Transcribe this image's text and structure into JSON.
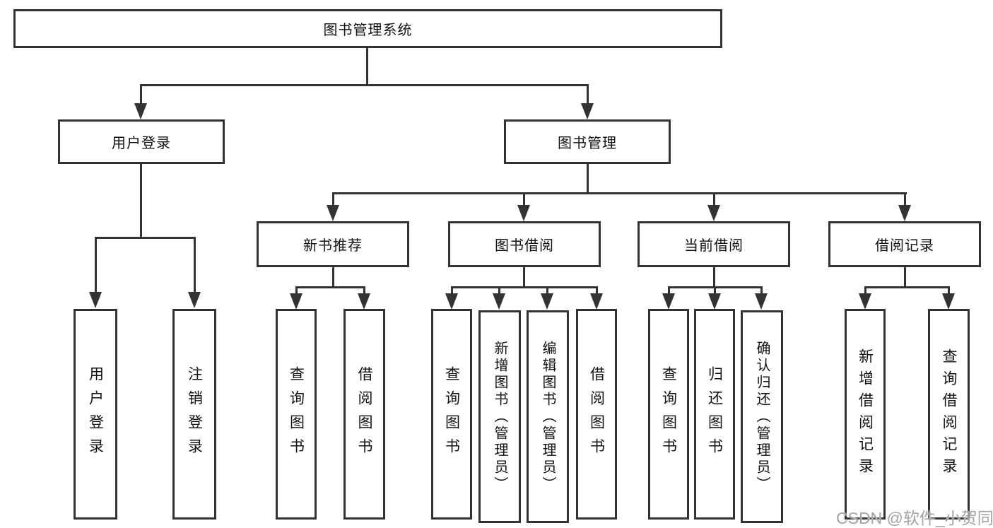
{
  "diagram_title": "图书管理系统",
  "colors": {
    "line": "#333333",
    "box_border": "#333333",
    "text": "#111111",
    "watermark": "#a3a3a3",
    "background": "#ffffff"
  },
  "nodes": {
    "root": "图书管理系统",
    "user_login": "用户登录",
    "book_mgmt": "图书管理",
    "new_book_rec": "新书推荐",
    "book_borrow": "图书借阅",
    "current_borrow": "当前借阅",
    "borrow_records": "借阅记录",
    "leaf_user_login": "用户登录",
    "leaf_logout": "注销登录",
    "leaf_query_books_rec": "查询图书",
    "leaf_borrow_books_rec": "借阅图书",
    "leaf_query_books_borrow": "查询图书",
    "leaf_add_books_admin": "新增图书（管理员）",
    "leaf_edit_books_admin": "编辑图书（管理员）",
    "leaf_borrow_books_borrow": "借阅图书",
    "leaf_query_books_current": "查询图书",
    "leaf_return_books": "归还图书",
    "leaf_confirm_return_admin": "确认归还（管理员）",
    "leaf_add_borrow_record": "新增借阅记录",
    "leaf_query_borrow_record": "查询借阅记录"
  },
  "hierarchy": {
    "root": "图书管理系统",
    "children": [
      {
        "label": "用户登录",
        "children": [
          "用户登录",
          "注销登录"
        ]
      },
      {
        "label": "图书管理",
        "children": [
          {
            "label": "新书推荐",
            "children": [
              "查询图书",
              "借阅图书"
            ]
          },
          {
            "label": "图书借阅",
            "children": [
              "查询图书",
              "新增图书（管理员）",
              "编辑图书（管理员）",
              "借阅图书"
            ]
          },
          {
            "label": "当前借阅",
            "children": [
              "查询图书",
              "归还图书",
              "确认归还（管理员）"
            ]
          },
          {
            "label": "借阅记录",
            "children": [
              "新增借阅记录",
              "查询借阅记录"
            ]
          }
        ]
      }
    ]
  },
  "watermark": "CSDN @软件_小贺同学"
}
